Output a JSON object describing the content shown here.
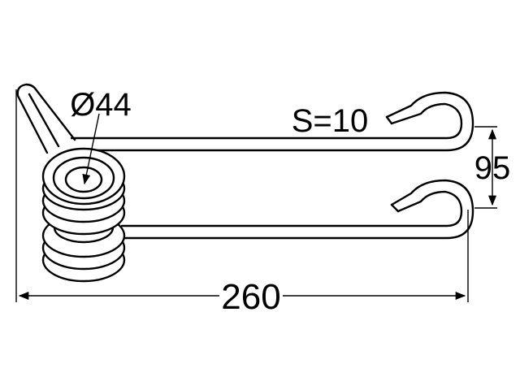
{
  "labels": {
    "diameter": "Ø44",
    "thickness": "S=10",
    "height": "95",
    "length": "260"
  },
  "colors": {
    "line": "#000000",
    "background": "#ffffff"
  }
}
